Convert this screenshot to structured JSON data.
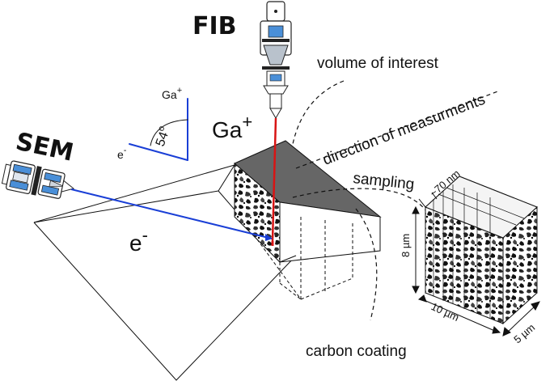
{
  "labels": {
    "fib": "FIB",
    "sem": "SEM",
    "ga_ion_small": "Ga",
    "ga_ion_large": "Ga",
    "electron_small": "e",
    "electron_large": "e",
    "angle": "54",
    "volume_of_interest": "volume of interest",
    "direction_of_measurements": "direction of measurments",
    "sampling": "sampling",
    "carbon_coating": "carbon coating",
    "slice_thickness": "~70 nm",
    "dim_height": "8 µm",
    "dim_length": "10 µm",
    "dim_depth": "5 µm"
  },
  "colors": {
    "electron_beam": "#1a3fd6",
    "ion_beam": "#d81414",
    "coating": "#666666",
    "column_blue": "#4a8fd8"
  }
}
